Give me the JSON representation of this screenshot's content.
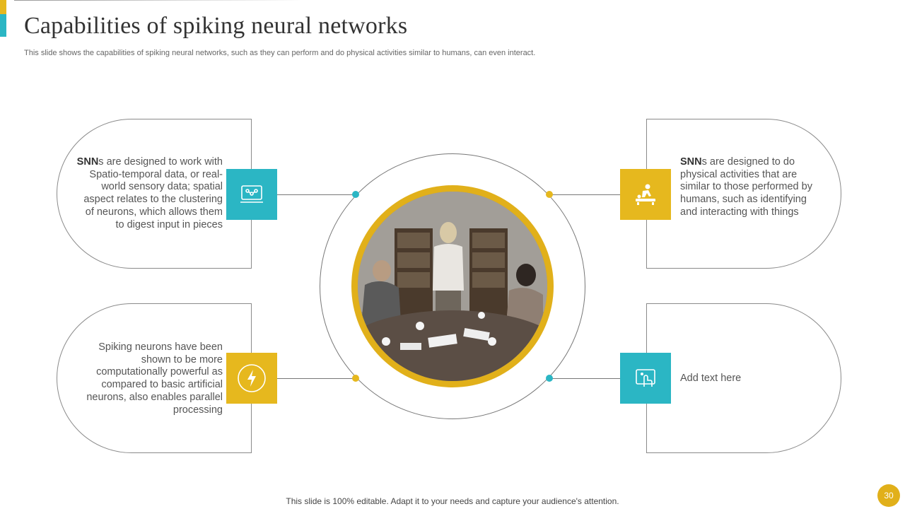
{
  "slide": {
    "title": "Capabilities of spiking neural networks",
    "subtitle": "This slide shows the capabilities of spiking neural networks, such as they can perform and do physical activities similar to humans, can even interact.",
    "footer": "This slide is 100% editable. Adapt it to your needs and capture your audience's attention.",
    "page_number": "30"
  },
  "cards": {
    "top_left": {
      "bold": "SNN",
      "text": "s are designed to work with Spatio-temporal data, or real-world sensory data; spatial aspect relates to the clustering of neurons, which allows them to digest input in pieces",
      "icon": "monitor-network-icon"
    },
    "bottom_left": {
      "text": "Spiking neurons have been shown to be more computationally powerful as compared to basic artificial neurons, also enables parallel processing",
      "icon": "lightning-icon"
    },
    "top_right": {
      "bold": "SNN",
      "text": "s are designed to do physical activities that are similar to those performed by humans, such as identifying and interacting with things",
      "icon": "person-massage-icon"
    },
    "bottom_right": {
      "text": "Add text here",
      "icon": "touch-screen-icon"
    }
  },
  "colors": {
    "teal": "#2bb6c4",
    "yellow": "#e6b81e",
    "ring": "#e1b01a"
  },
  "image": {
    "subject": "business team meeting photo"
  }
}
